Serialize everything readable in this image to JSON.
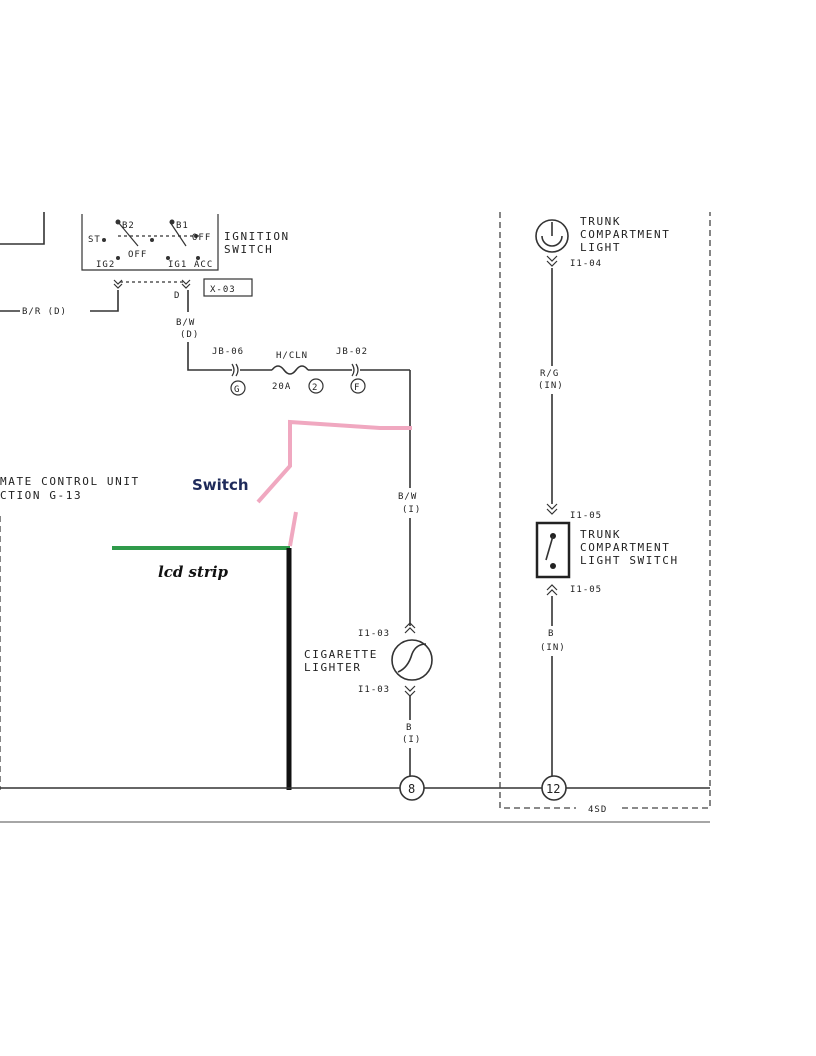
{
  "ignition": {
    "label1": "IGNITION",
    "label2": "SWITCH",
    "term_b2": "B2",
    "term_b1": "B1",
    "term_st": "ST",
    "term_off_right": "OFF",
    "term_off_left": "OFF",
    "term_ig2": "IG2",
    "term_ig1": "IG1",
    "term_acc": "ACC",
    "term_d": "D",
    "connector": "X-03"
  },
  "wires": {
    "br_d": "B/R (D)",
    "bw_d_1": "B/W",
    "bw_d_2": "(D)",
    "bw_i_1": "B/W",
    "bw_i_2": "(I)",
    "b_i_1": "B",
    "b_i_2": "(I)",
    "rg_in_1": "R/G",
    "rg_in_2": "(IN)",
    "b_in_1": "B",
    "b_in_2": "(IN)"
  },
  "fuse": {
    "jb06": "JB-06",
    "name": "H/CLN",
    "jb02": "JB-02",
    "rating": "20A",
    "pin_g": "G",
    "pin_2": "2",
    "pin_f": "F"
  },
  "annotations": {
    "switch": "Switch",
    "led_strip": "lcd strip",
    "colors": {
      "pink": "#f0a8c0",
      "green": "#2f9a4a",
      "black": "#111111",
      "navy": "#1e2a5a"
    }
  },
  "climate": {
    "line1": "MATE CONTROL UNIT",
    "line2": "CTION G-13"
  },
  "lighter": {
    "label1": "CIGARETTE",
    "label2": "LIGHTER",
    "conn_top": "I1-03",
    "conn_bottom": "I1-03"
  },
  "trunk": {
    "light_1": "TRUNK",
    "light_2": "COMPARTMENT",
    "light_3": "LIGHT",
    "light_conn": "I1-04",
    "switch_1": "TRUNK",
    "switch_2": "COMPARTMENT",
    "switch_3": "LIGHT SWITCH",
    "switch_conn_top": "I1-05",
    "switch_conn_bottom": "I1-05",
    "region_label": "4SD"
  },
  "grounds": {
    "g8": "8",
    "g12": "12"
  }
}
